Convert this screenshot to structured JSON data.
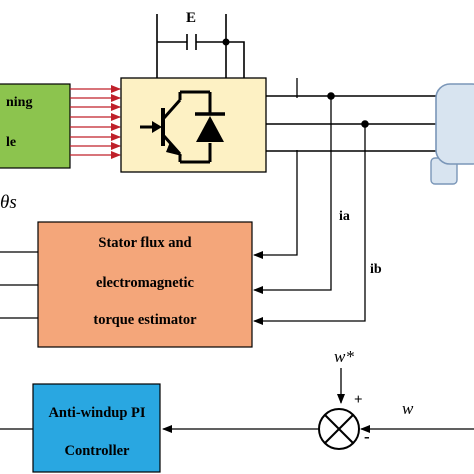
{
  "diagram": {
    "dc_source_label": "E",
    "switching_block": {
      "text_line1": "ning",
      "text_line2": "le",
      "color": "#8cc44e"
    },
    "inverter_block": {
      "color": "#fdf1c4"
    },
    "angle_label": "θs",
    "current_a_label": "ia",
    "current_b_label": "ib",
    "estimator_block": {
      "line1": "Stator flux and",
      "line2": "electromagnetic",
      "line3": "torque estimator",
      "color": "#f4a67a"
    },
    "speed_ref_label": "w*",
    "speed_label": "w",
    "sum_plus_label": "+",
    "sum_minus_label": "-",
    "pi_block": {
      "line1": "Anti-windup PI",
      "line2": "Controller",
      "color": "#29a7e1"
    },
    "colors": {
      "gate_arrows": "#c0202a",
      "motor_fill": "#d8e4f0",
      "motor_stroke": "#7a96b8"
    }
  }
}
